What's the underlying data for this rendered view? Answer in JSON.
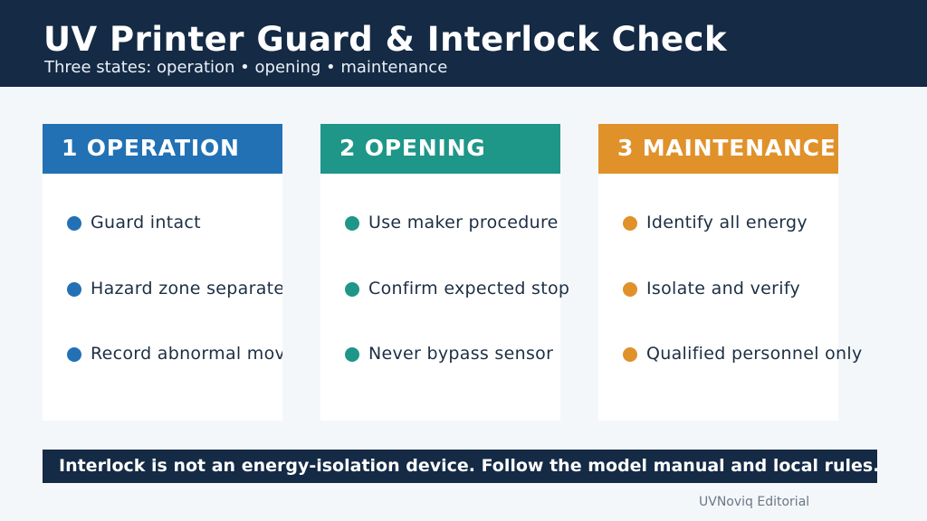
{
  "header": {
    "title": "UV Printer Guard & Interlock Check",
    "subtitle": "Three states: operation • opening • maintenance"
  },
  "cards": [
    {
      "heading": "1  OPERATION",
      "color": "#2271b5",
      "items": [
        "Guard intact",
        "Hazard zone separated",
        "Record abnormal movement"
      ]
    },
    {
      "heading": "2  OPENING",
      "color": "#1e9688",
      "items": [
        "Use maker procedure",
        "Confirm expected stop",
        "Never bypass sensor"
      ]
    },
    {
      "heading": "3  MAINTENANCE",
      "color": "#e0912a",
      "items": [
        "Identify all energy",
        "Isolate and verify",
        "Qualified personnel only"
      ]
    }
  ],
  "footer": {
    "note": "Interlock is not an energy-isolation device. Follow the model manual and local rules."
  },
  "credit": "UVNoviq Editorial"
}
